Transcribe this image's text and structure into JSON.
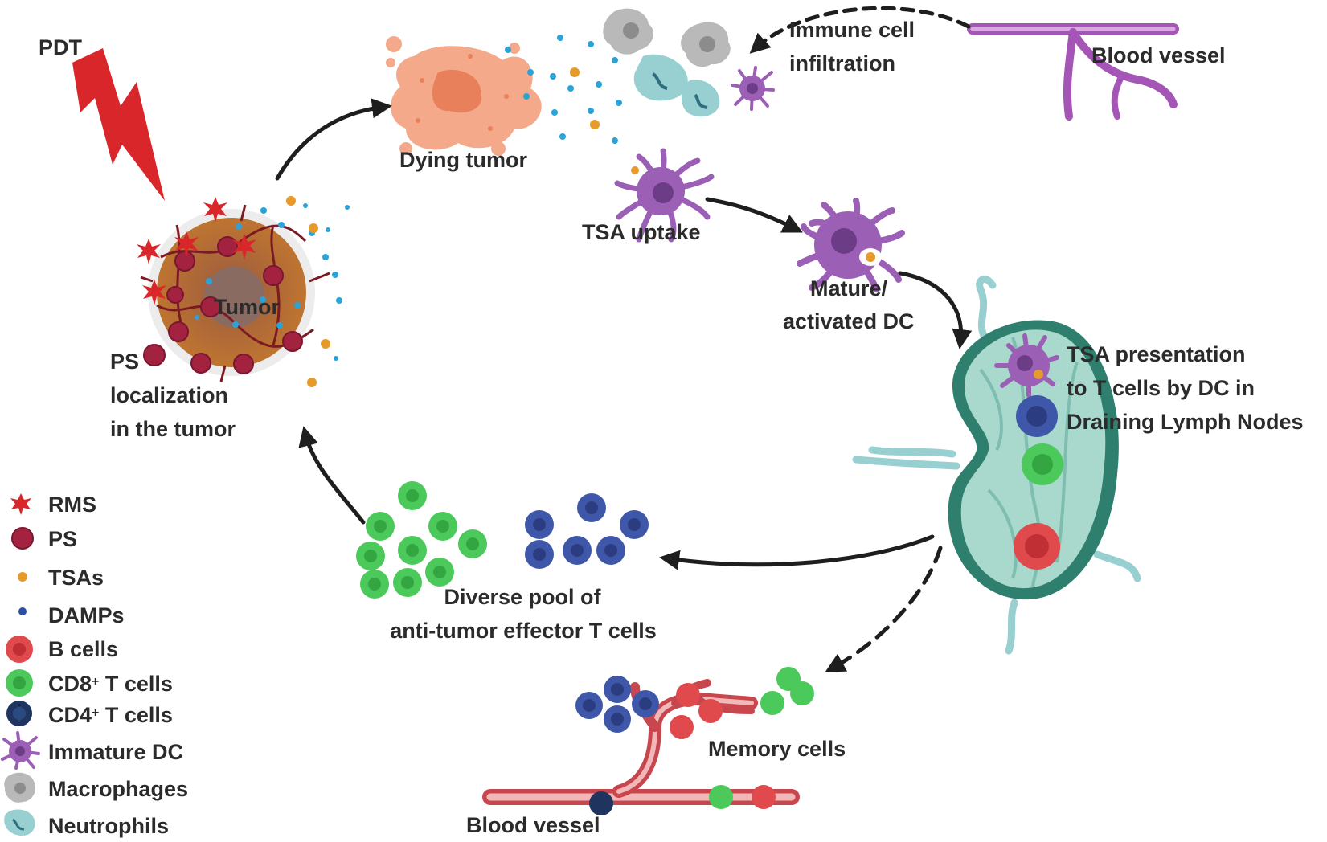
{
  "labels": {
    "pdt": "PDT",
    "dying_tumor": "Dying tumor",
    "immune_infiltration_l1": "Immune cell",
    "immune_infiltration_l2": "infiltration",
    "blood_vessel_top": "Blood vessel",
    "tsa_uptake": "TSA uptake",
    "mature_dc_l1": "Mature/",
    "mature_dc_l2": "activated DC",
    "tsa_presentation_l1": "TSA presentation",
    "tsa_presentation_l2": "to T cells by DC in",
    "tsa_presentation_l3": "Draining Lymph Nodes",
    "tumor": "Tumor",
    "ps_loc_l1": "PS",
    "ps_loc_l2": "localization",
    "ps_loc_l3": "in the tumor",
    "diverse_pool_l1": "Diverse pool of",
    "diverse_pool_l2": "anti-tumor effector T cells",
    "memory_cells": "Memory cells",
    "blood_vessel_bottom": "Blood vessel"
  },
  "legend": {
    "rms": "RMS",
    "ps": "PS",
    "tsas": "TSAs",
    "damps": "DAMPs",
    "b_cells": "B cells",
    "cd8_prefix": "CD8",
    "cd8_sup": "+",
    "cd8_suffix": " T cells",
    "cd4_prefix": "CD4",
    "cd4_sup": "+",
    "cd4_suffix": " T cells",
    "immature_dc": "Immature DC",
    "macrophages": "Macrophages",
    "neutrophils": "Neutrophils"
  },
  "colors": {
    "rms": "#d8262a",
    "ps": "#a3223f",
    "tsa": "#e59a2a",
    "damp": "#2aa3d9",
    "b_cell": "#e04a4d",
    "cd8": "#4bc95a",
    "cd4": "#3f57a8",
    "dc": "#9b5fb5",
    "macrophage": "#b9b9b9",
    "neutrophil": "#98cfd0",
    "lymph_node": "#a9d8cc",
    "dying_tumor": "#f4a98a",
    "tumor": "#b5652c",
    "vessel_top": "#a455b5",
    "vessel_bottom": "#c8464e"
  }
}
